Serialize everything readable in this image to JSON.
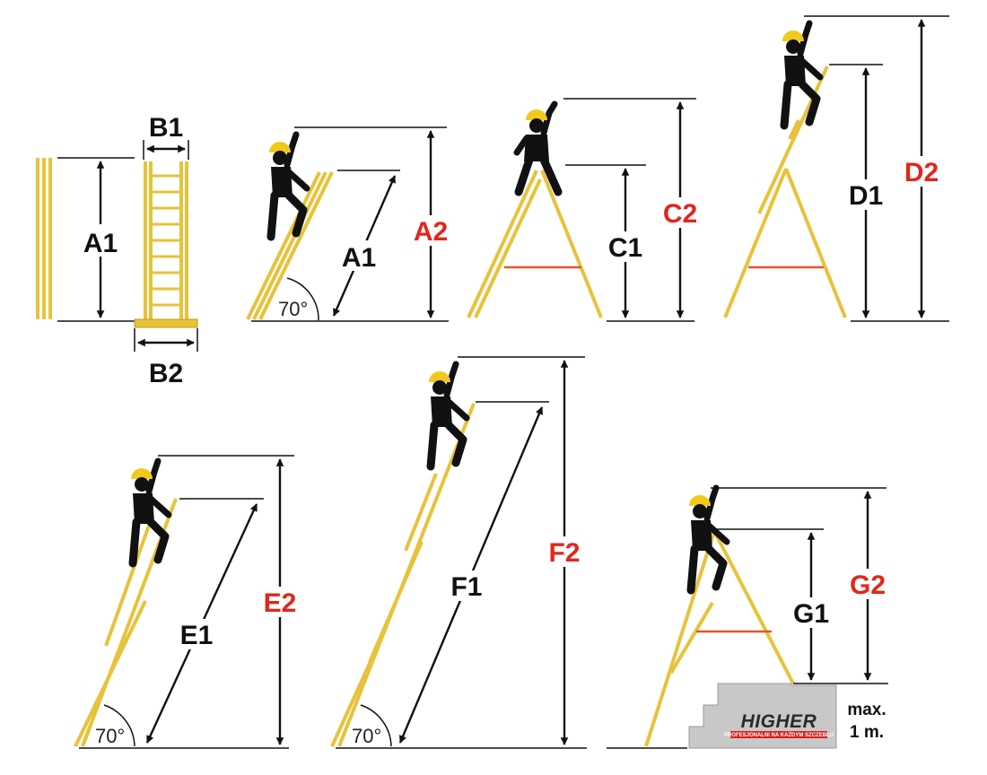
{
  "colors": {
    "rail": "#e8c23a",
    "rail_dark": "#c79a14",
    "helmet": "#f2c91b",
    "black": "#111111",
    "red": "#e0271c",
    "red_bar": "#e2582b",
    "stairs": "#c8c8c8",
    "stairs_edge": "#9a9a9a",
    "logo_red": "#d61f1f"
  },
  "figures": {
    "folded": {
      "height_label": "A1",
      "top_width_label": "B1",
      "base_width_label": "B2"
    },
    "leaning": {
      "length_label": "A1",
      "reach_label": "A2",
      "angle_label": "70°"
    },
    "aframe_c": {
      "height_label": "C1",
      "reach_label": "C2"
    },
    "aframe_d": {
      "height_label": "D1",
      "reach_label": "D2"
    },
    "leaning_e": {
      "length_label": "E1",
      "reach_label": "E2",
      "angle_label": "70°"
    },
    "leaning_f": {
      "length_label": "F1",
      "reach_label": "F2",
      "angle_label": "70°"
    },
    "stairs_g": {
      "height_label": "G1",
      "reach_label": "G2",
      "max_line1": "max.",
      "max_line2": "1 m.",
      "logo": "HIGHER",
      "logo_tagline": "PROFESJONALNI NA KAŻDYM SZCZEBLU"
    }
  }
}
